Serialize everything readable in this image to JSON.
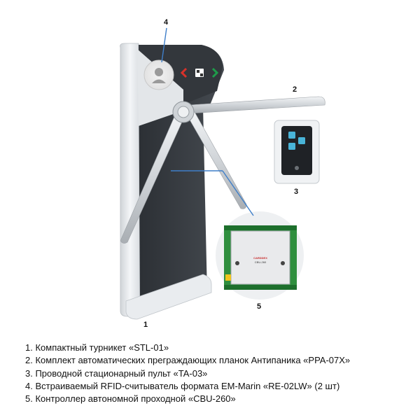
{
  "callouts": {
    "c1": "1",
    "c2": "2",
    "c3": "3",
    "c4": "4",
    "c5": "5"
  },
  "controller_label": {
    "line1": "CARDDEX",
    "line2": "CBU-260"
  },
  "legend": [
    "1. Компактный турникет «STL-01»",
    "2. Комплект автоматических преграждающих планок Антипаника «PPA-07X»",
    "3. Проводной стационарный пульт «TA-03»",
    "4. Встраиваемый RFID-считыватель формата EM-Marin «RE-02LW» (2 шт)",
    "5. Контроллер автономной проходной «CBU-260»"
  ],
  "colors": {
    "turnstile_body": "#3a3e44",
    "frame": "#e6e9ec",
    "arm_steel": "#d4d8dc",
    "arrow_red": "#d8312a",
    "arrow_green": "#1e9c4a",
    "pointer_blue": "#3f7fc9",
    "remote_keys": "#49b4d8",
    "board_green": "#2f8f3e"
  }
}
